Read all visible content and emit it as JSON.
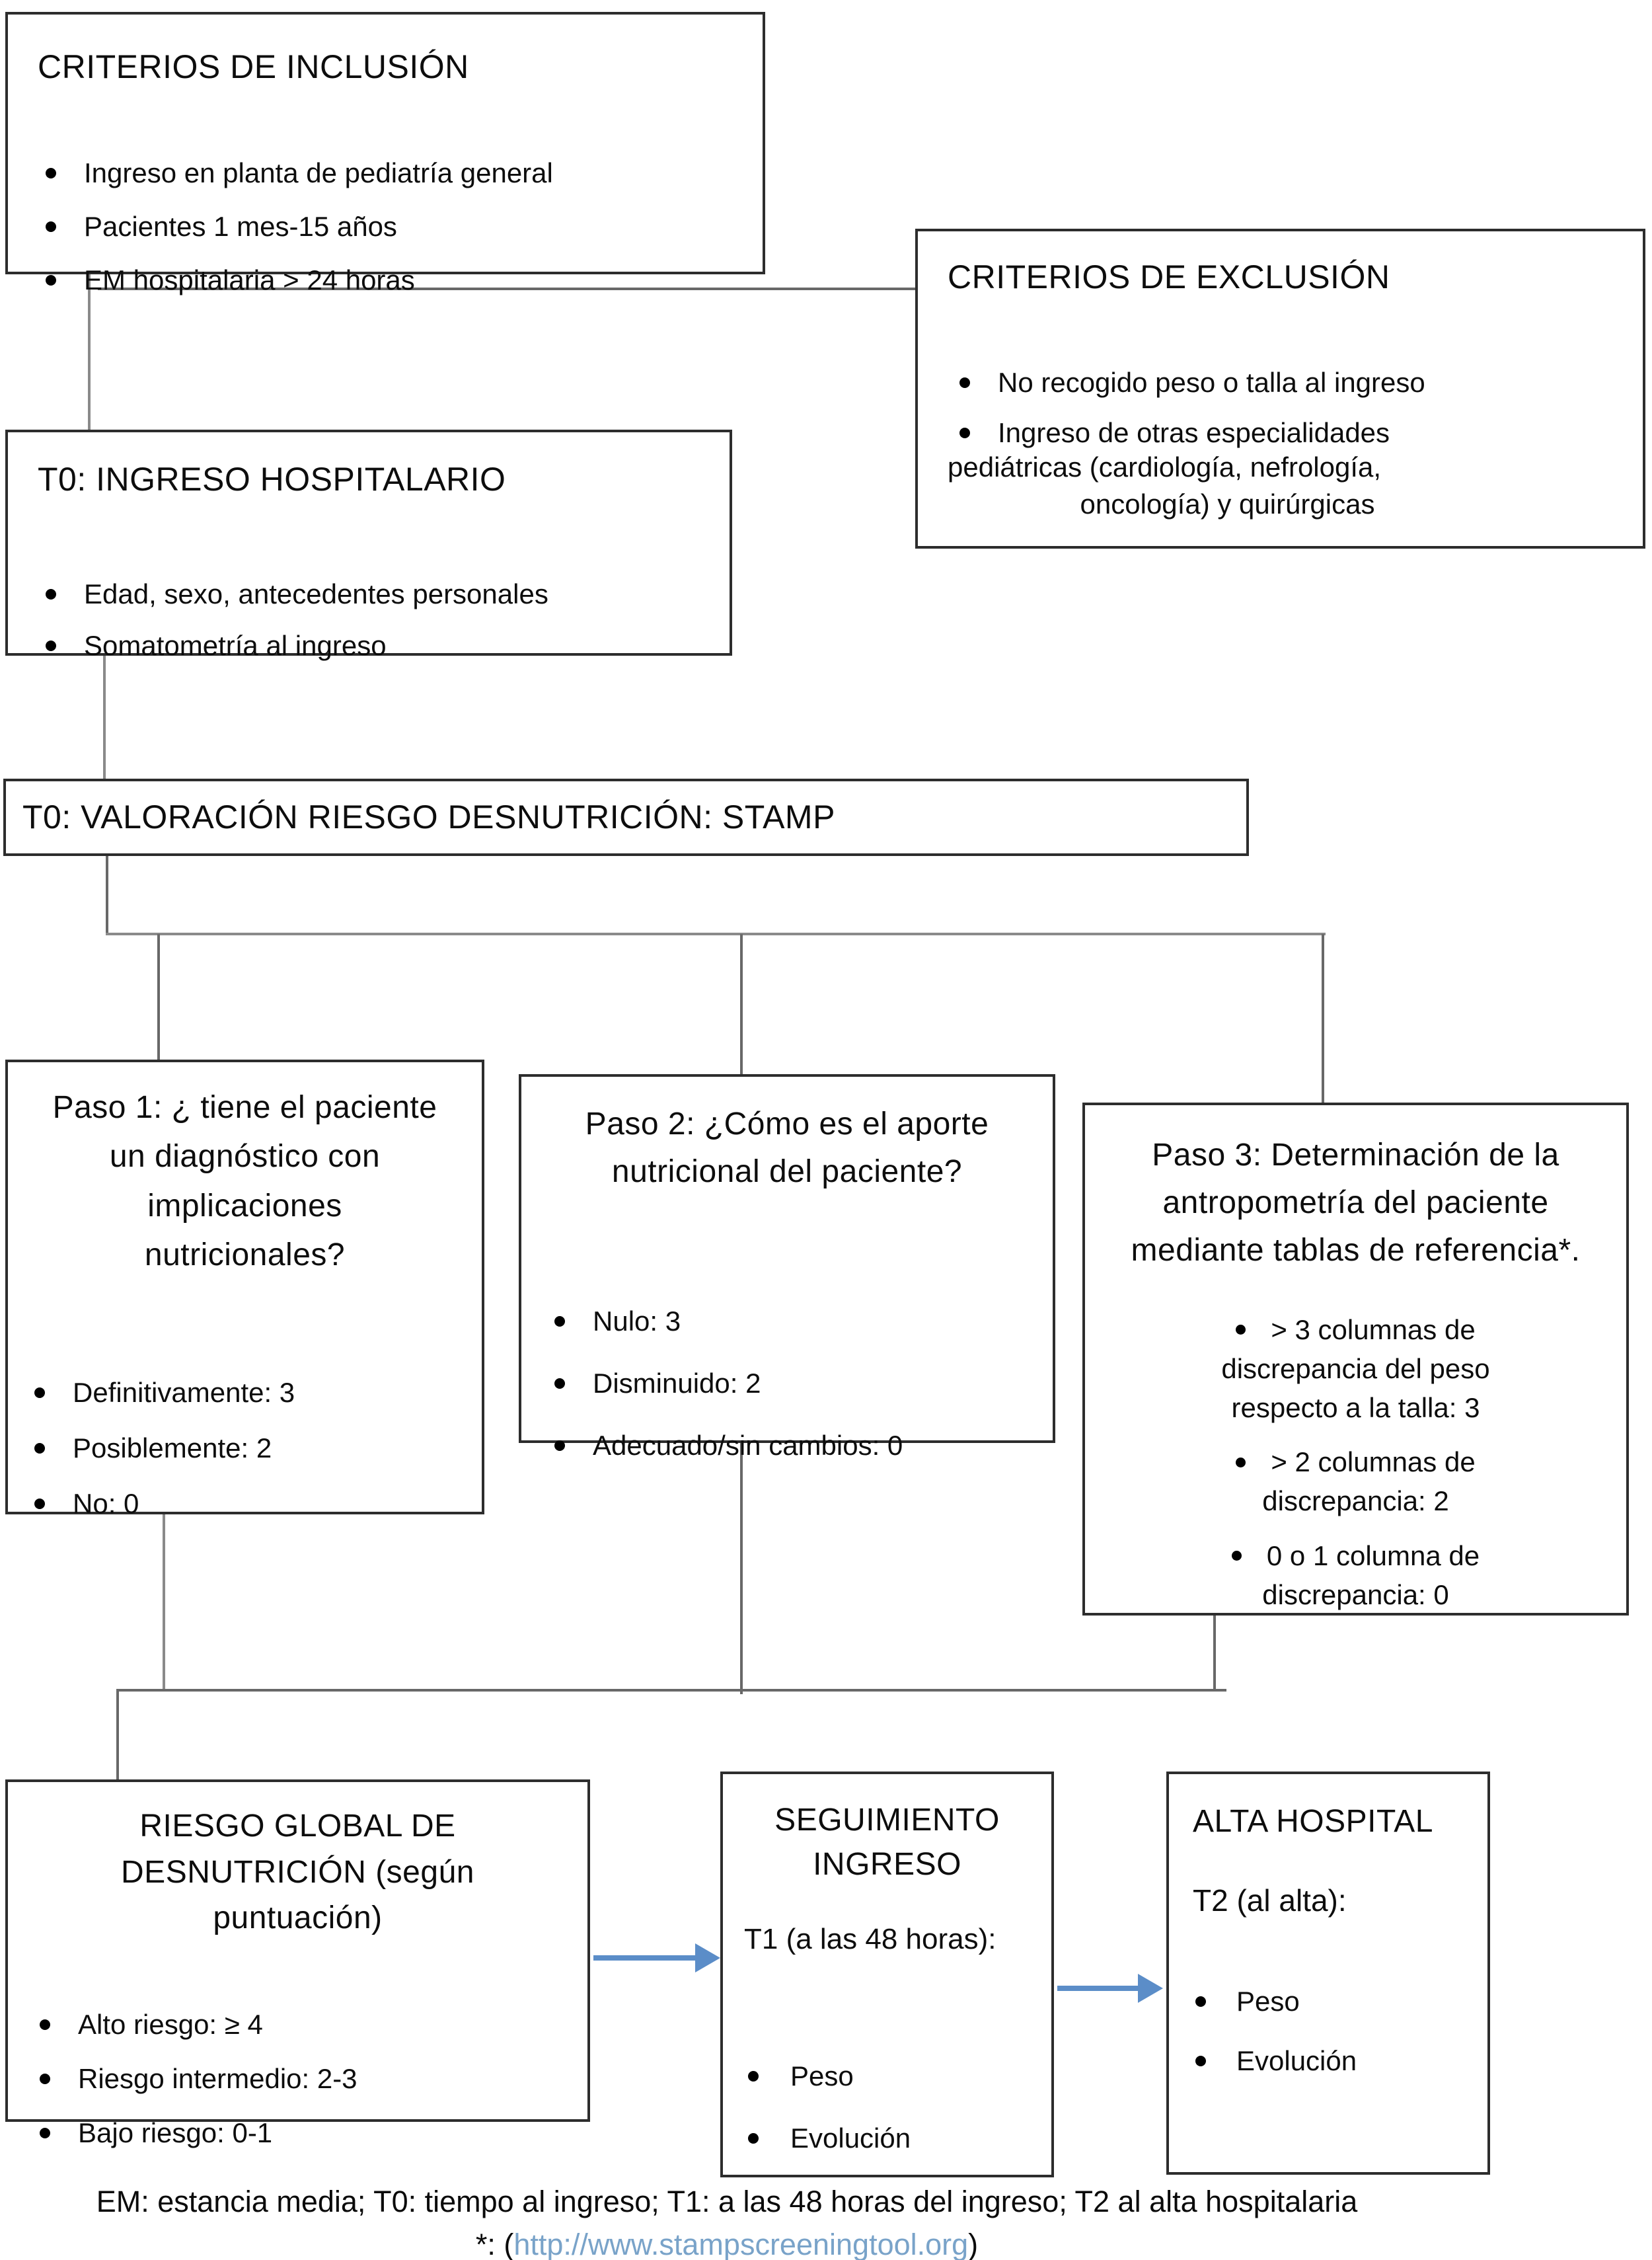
{
  "colors": {
    "arrow_blue": "#5b8dc8",
    "link_blue": "#79a3c9",
    "border": "#2d2d2d"
  },
  "inclusion": {
    "title": "CRITERIOS DE INCLUSIÓN",
    "items": [
      "Ingreso en planta de pediatría general",
      "Pacientes 1 mes-15 años",
      "EM hospitalaria > 24 horas"
    ]
  },
  "exclusion": {
    "title": "CRITERIOS DE EXCLUSIÓN",
    "item1": "No recogido peso o talla al ingreso",
    "item2_line1": "Ingreso de otras especialidades",
    "item2_line2": "pediátricas (cardiología, nefrología,",
    "item2_line3": "oncología) y quirúrgicas"
  },
  "t0_ingreso": {
    "title": "T0: INGRESO HOSPITALARIO",
    "items": [
      "Edad, sexo, antecedentes personales",
      "Somatometría al ingreso"
    ]
  },
  "stamp": {
    "title": "T0: VALORACIÓN RIESGO DESNUTRICIÓN: STAMP"
  },
  "paso1": {
    "title_line1": "Paso 1: ¿ tiene el paciente",
    "title_line2": "un diagnóstico con",
    "title_line3": "implicaciones",
    "title_line4": "nutricionales?",
    "items": [
      "Definitivamente: 3",
      "Posiblemente: 2",
      "No: 0"
    ]
  },
  "paso2": {
    "title_line1": "Paso 2: ¿Cómo es el aporte",
    "title_line2": "nutricional del paciente?",
    "items": [
      "Nulo: 3",
      "Disminuido: 2",
      "Adecuado/sin cambios: 0"
    ]
  },
  "paso3": {
    "title_line1": "Paso 3: Determinación de la",
    "title_line2": "antropometría del paciente",
    "title_line3": "mediante tablas de referencia*.",
    "b1_line1": "> 3 columnas de",
    "b1_line2": "discrepancia del peso",
    "b1_line3": "respecto a la talla: 3",
    "b2_line1": "> 2 columnas de",
    "b2_line2": "discrepancia: 2",
    "b3_line1": "0 o 1 columna de",
    "b3_line2": "discrepancia: 0"
  },
  "riesgo": {
    "title_line1": "RIESGO GLOBAL DE",
    "title_line2": "DESNUTRICIÓN (según",
    "title_line3": "puntuación)",
    "items": [
      "Alto riesgo: ≥ 4",
      "Riesgo intermedio: 2-3",
      "Bajo riesgo: 0-1"
    ]
  },
  "seguimiento": {
    "title_line1": "SEGUIMIENTO",
    "title_line2": "INGRESO",
    "subtitle": "T1 (a las 48 horas):",
    "items": [
      "Peso",
      "Evolución"
    ]
  },
  "alta": {
    "title": "ALTA HOSPITAL",
    "subtitle": "T2 (al alta):",
    "items": [
      "Peso",
      "Evolución"
    ]
  },
  "footer": {
    "line1": "EM: estancia media; T0: tiempo al ingreso; T1: a las 48 horas del ingreso; T2 al alta hospitalaria",
    "line2_prefix": "*: (",
    "line2_url": "http://www.stampscreeningtool.org",
    "line2_suffix": ")"
  }
}
